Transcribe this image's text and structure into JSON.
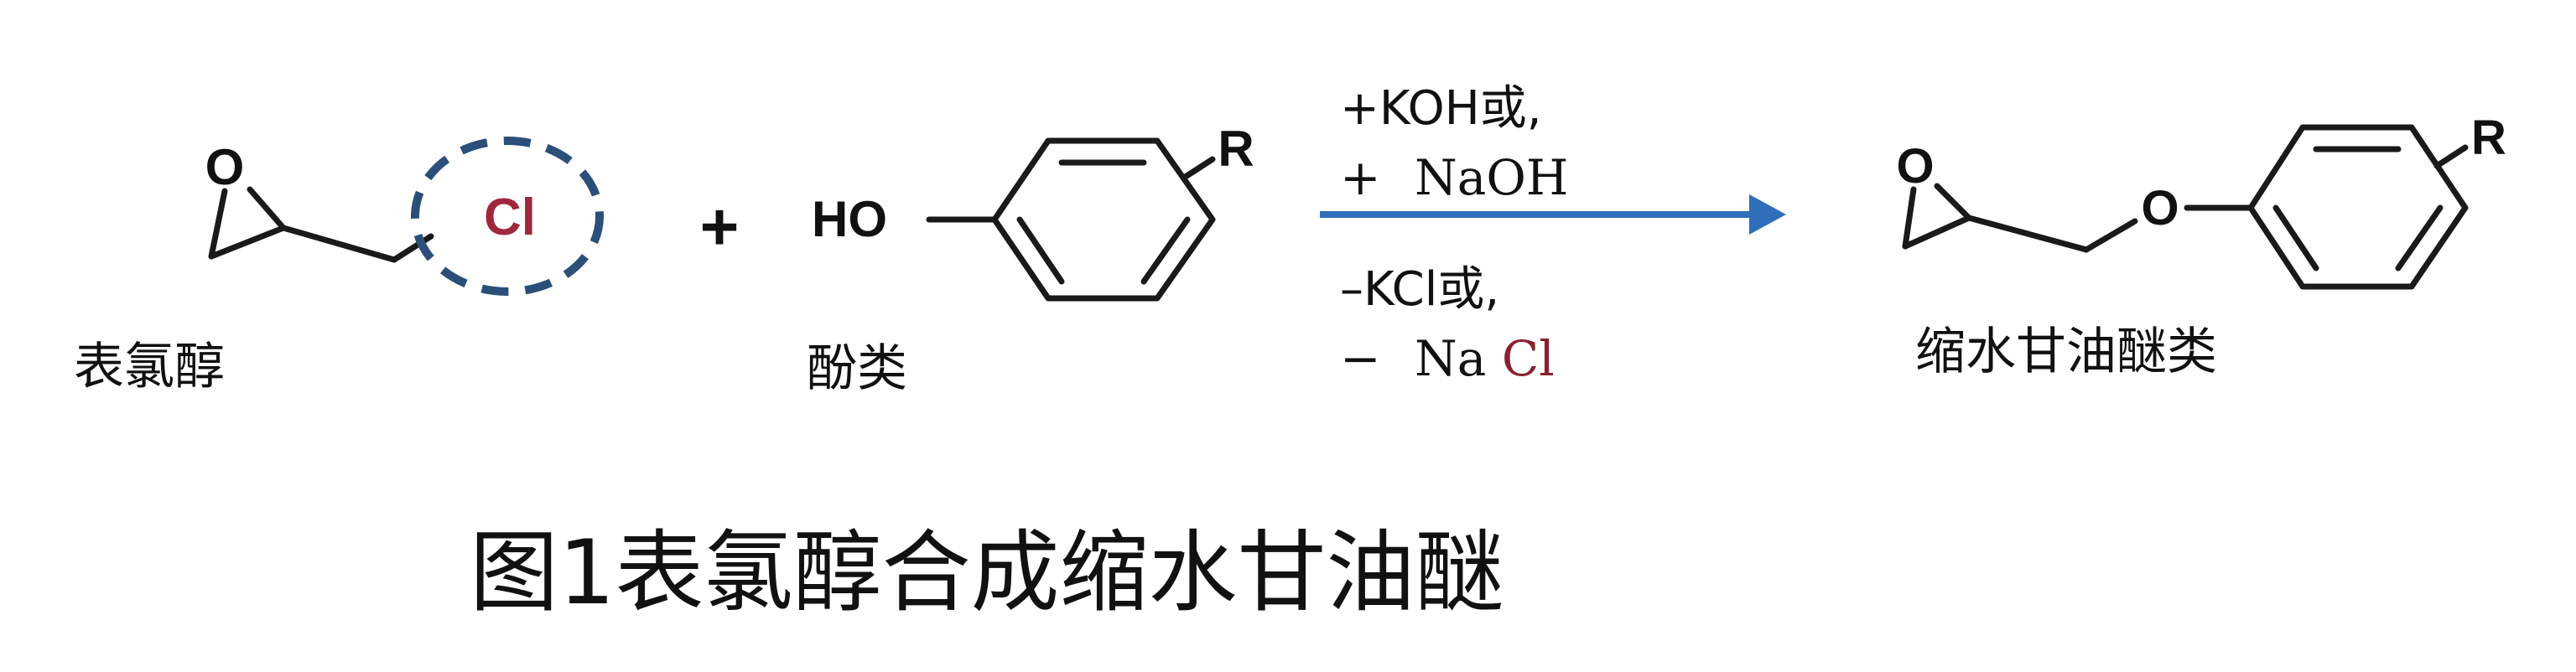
{
  "colors": {
    "ink": "#1a1a1a",
    "chlorine": "#a0283c",
    "dashed_circle": "#2b4f78",
    "arrow": "#2f6fba"
  },
  "epichlorohydrin": {
    "atom_O": "O",
    "atom_Cl": "Cl",
    "name": "表氯醇"
  },
  "plus_sign": "+",
  "phenol": {
    "atom_HO": "HO",
    "atom_R": "R",
    "name": "酚类"
  },
  "conditions": {
    "line1": "+KOH或,",
    "line2_sign": "+",
    "line2_reagent": "NaOH",
    "line3": "–KCl或,",
    "line4_sign": "−",
    "line4_na": "Na",
    "line4_cl": "Cl"
  },
  "glycidyl_ether": {
    "atom_O_ring": "O",
    "atom_O_link": "O",
    "atom_R": "R",
    "name": "缩水甘油醚类"
  },
  "caption": "图1表氯醇合成缩水甘油醚"
}
